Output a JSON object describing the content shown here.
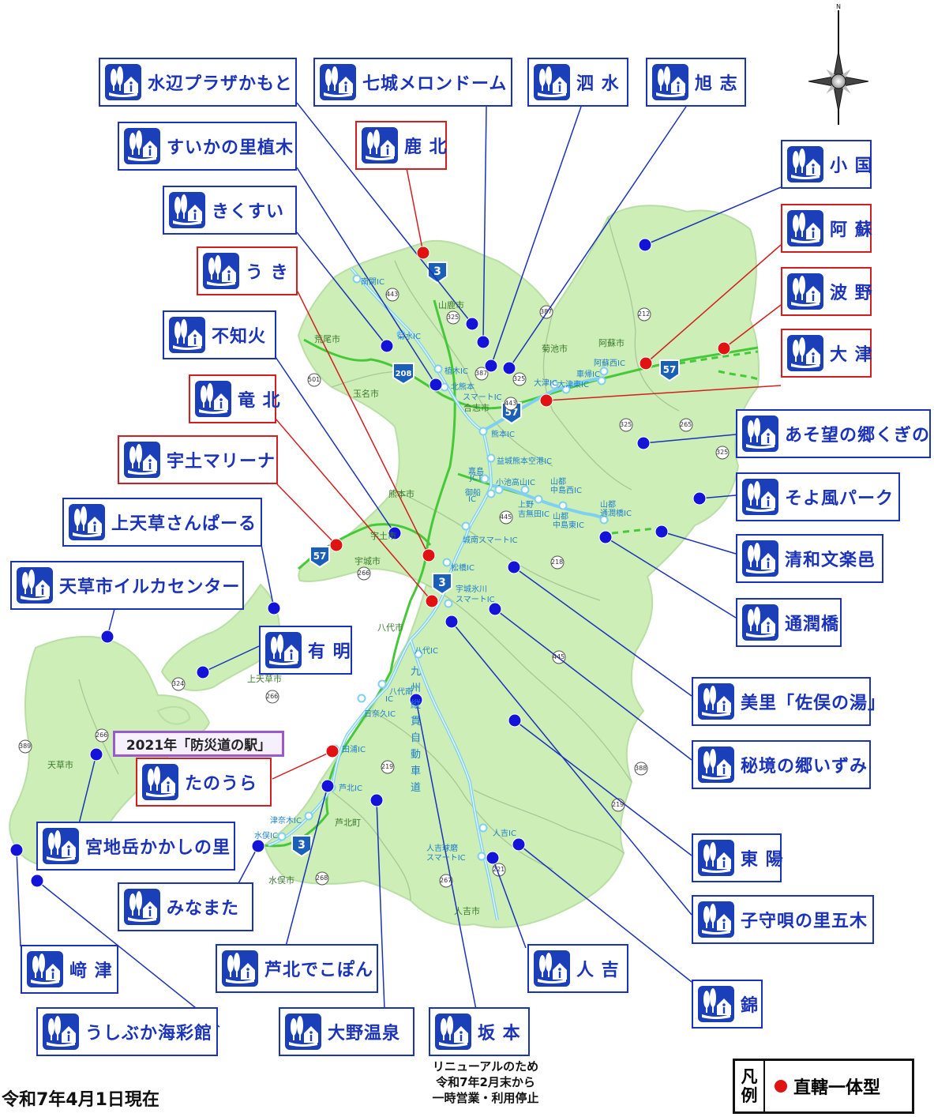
{
  "colors": {
    "land": "#cdeeb6",
    "land_stroke": "#b5d8a2",
    "road": "#47c83a",
    "expressway": "#7fd0f0",
    "label_blue": "#1a33b8",
    "label_red": "#d21f1f",
    "dot_blue": "#1414d8",
    "dot_red": "#e01212"
  },
  "icons": {
    "station": "michi-no-eki-icon",
    "compass": "compass-rose-icon"
  },
  "compass": {
    "north_letter": "N"
  },
  "labels": [
    {
      "id": "mizube",
      "name": "水辺プラザかもと",
      "red": false
    },
    {
      "id": "nanajo",
      "name": "七城メロンドーム",
      "red": false
    },
    {
      "id": "shisui",
      "name": "泗 水",
      "red": false
    },
    {
      "id": "kyokushi",
      "name": "旭 志",
      "red": false
    },
    {
      "id": "suika",
      "name": "すいかの里植木",
      "red": false
    },
    {
      "id": "kahoku",
      "name": "鹿 北",
      "red": true
    },
    {
      "id": "oguni",
      "name": "小 国",
      "red": false
    },
    {
      "id": "kikusui",
      "name": "きくすい",
      "red": false
    },
    {
      "id": "aso",
      "name": "阿 蘇",
      "red": true
    },
    {
      "id": "uki",
      "name": "う き",
      "red": true
    },
    {
      "id": "namino",
      "name": "波 野",
      "red": true
    },
    {
      "id": "shiranui",
      "name": "不知火",
      "red": false
    },
    {
      "id": "ozu",
      "name": "大 津",
      "red": true
    },
    {
      "id": "tatsuhoku",
      "name": "竜 北",
      "red": true
    },
    {
      "id": "asobou",
      "name": "あそ望の郷くぎの",
      "red": false
    },
    {
      "id": "udo",
      "name": "宇土マリーナ",
      "red": true
    },
    {
      "id": "soyokaze",
      "name": "そよ風パーク",
      "red": false
    },
    {
      "id": "kamiamakusa",
      "name": "上天草さんぱーる",
      "red": false
    },
    {
      "id": "seiwa",
      "name": "清和文楽邑",
      "red": false
    },
    {
      "id": "iruka",
      "name": "天草市イルカセンター",
      "red": false
    },
    {
      "id": "tsujun",
      "name": "通潤橋",
      "red": false
    },
    {
      "id": "ariake",
      "name": "有 明",
      "red": false
    },
    {
      "id": "misato",
      "name": "美里「佐俣の湯」",
      "red": false
    },
    {
      "id": "hikyo",
      "name": "秘境の郷いずみ",
      "red": false
    },
    {
      "id": "tanoura",
      "name": "たのうら",
      "red": true
    },
    {
      "id": "miyajidake",
      "name": "宮地岳かかしの里",
      "red": false
    },
    {
      "id": "toyo",
      "name": "東 陽",
      "red": false
    },
    {
      "id": "minamata",
      "name": "みなまた",
      "red": false
    },
    {
      "id": "komoriuta",
      "name": "子守唄の里五木",
      "red": false
    },
    {
      "id": "sakitsu",
      "name": "﨑 津",
      "red": false
    },
    {
      "id": "ashikita",
      "name": "芦北でこぽん",
      "red": false
    },
    {
      "id": "hitoyoshi",
      "name": "人 吉",
      "red": false
    },
    {
      "id": "nishiki",
      "name": "錦",
      "red": false
    },
    {
      "id": "ushibuka",
      "name": "うしぶか海彩館",
      "red": false
    },
    {
      "id": "ono",
      "name": "大野温泉",
      "red": false
    },
    {
      "id": "sakamoto",
      "name": "坂 本",
      "red": false
    }
  ],
  "note_2021": "2021年「防災道の駅」",
  "renewal_note": [
    "リニューアルのため",
    "令和7年2月末から",
    "一時営業・利用停止"
  ],
  "as_of": "令和7年4月1日現在",
  "legend": {
    "title_line1": "凡",
    "title_line2": "例",
    "item": "直轄一体型"
  },
  "place_labels": [
    {
      "id": "yamaga",
      "text": "山鹿市"
    },
    {
      "id": "kikuchi",
      "text": "菊池市"
    },
    {
      "id": "asoshi",
      "text": "阿蘇市"
    },
    {
      "id": "arao",
      "text": "荒尾市"
    },
    {
      "id": "tamana",
      "text": "玉名市"
    },
    {
      "id": "koshi",
      "text": "合志市"
    },
    {
      "id": "kumamoto",
      "text": "熊本市"
    },
    {
      "id": "uto",
      "text": "宇土市"
    },
    {
      "id": "uki_c",
      "text": "宇城市"
    },
    {
      "id": "yatsushiro",
      "text": "八代市"
    },
    {
      "id": "kamiamakusa_c",
      "text": "上天草市"
    },
    {
      "id": "amakusa",
      "text": "天草市"
    },
    {
      "id": "ashikita_t",
      "text": "芦北町"
    },
    {
      "id": "minamata_c",
      "text": "水俣市"
    },
    {
      "id": "hitoyoshi_c",
      "text": "人吉市"
    },
    {
      "id": "kyushu_exp",
      "text": "九州縦貫自動車道"
    }
  ],
  "ic_labels": [
    {
      "id": "nankan",
      "text": "南関IC"
    },
    {
      "id": "kikusui_ic",
      "text": "菊水IC"
    },
    {
      "id": "ueki",
      "text": "植木IC"
    },
    {
      "id": "kitakuma1",
      "text": "北熊本"
    },
    {
      "id": "kitakuma2",
      "text": "スマートIC"
    },
    {
      "id": "kumamoto_ic",
      "text": "熊本IC"
    },
    {
      "id": "kuko",
      "text": "益城熊本空港IC"
    },
    {
      "id": "kashima1",
      "text": "嘉島"
    },
    {
      "id": "kashima2",
      "text": "JCT"
    },
    {
      "id": "mifune1",
      "text": "御船"
    },
    {
      "id": "mifune2",
      "text": "IC"
    },
    {
      "id": "koike",
      "text": "小池高山IC"
    },
    {
      "id": "kamino1",
      "text": "上野"
    },
    {
      "id": "kamino2",
      "text": "吉無田IC"
    },
    {
      "id": "yamato1",
      "text": "山都"
    },
    {
      "id": "yamato2",
      "text": "中島西IC"
    },
    {
      "id": "yamato3",
      "text": "山都"
    },
    {
      "id": "yamato4",
      "text": "中島東IC"
    },
    {
      "id": "yamato5",
      "text": "山都"
    },
    {
      "id": "yamato6",
      "text": "通潤橋IC"
    },
    {
      "id": "jonan",
      "text": "城南スマートIC"
    },
    {
      "id": "matsubase",
      "text": "松橋IC"
    },
    {
      "id": "hikawa1",
      "text": "宇城氷川"
    },
    {
      "id": "hikawa2",
      "text": "スマートIC"
    },
    {
      "id": "yatsushiro_ic",
      "text": "八代IC"
    },
    {
      "id": "ysouth1",
      "text": "八代南"
    },
    {
      "id": "ysouth2",
      "text": "IC"
    },
    {
      "id": "hinagu",
      "text": "日奈久IC"
    },
    {
      "id": "tanoura_ic",
      "text": "田浦IC"
    },
    {
      "id": "ashikita_ic",
      "text": "芦北IC"
    },
    {
      "id": "tsunagi",
      "text": "津奈木IC"
    },
    {
      "id": "minamata_ic",
      "text": "水俣IC"
    },
    {
      "id": "kuma1",
      "text": "人吉球磨"
    },
    {
      "id": "kuma2",
      "text": "スマートIC"
    },
    {
      "id": "hitoyoshi_ic",
      "text": "人吉IC"
    },
    {
      "id": "ozu_ic",
      "text": "大津IC"
    },
    {
      "id": "ozuhigashi",
      "text": "大津東IC"
    },
    {
      "id": "kurumagaeri",
      "text": "車帰IC"
    },
    {
      "id": "asonishi",
      "text": "阿蘇西IC"
    }
  ],
  "route_shields": [
    "3",
    "57",
    "57",
    "57",
    "208",
    "3",
    "3"
  ],
  "route_numbers": [
    "443",
    "325",
    "387",
    "387",
    "325",
    "212",
    "501",
    "266",
    "443",
    "445",
    "218",
    "265",
    "325",
    "325",
    "445",
    "388",
    "219",
    "324",
    "266",
    "266",
    "389",
    "219",
    "268",
    "267",
    "221"
  ]
}
